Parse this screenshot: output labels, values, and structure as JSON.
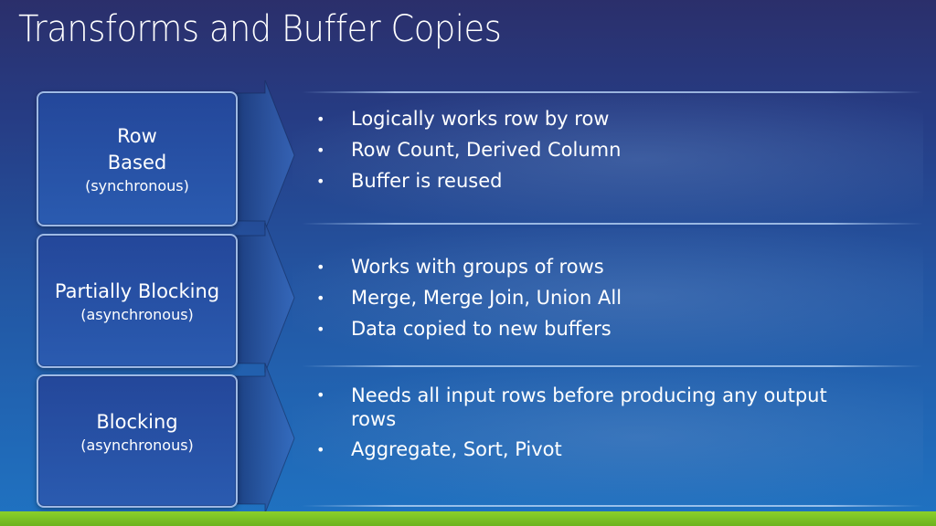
{
  "title": "Transforms and Buffer Copies",
  "rows": [
    {
      "name": "Row\nBased",
      "mode": "(synchronous)",
      "bullets": [
        "Logically works row by row",
        "Row Count, Derived Column",
        "Buffer is reused"
      ]
    },
    {
      "name": "Partially Blocking",
      "mode": "(asynchronous)",
      "bullets": [
        "Works with groups of rows",
        "Merge, Merge Join, Union All",
        "Data copied to new buffers"
      ]
    },
    {
      "name": "Blocking",
      "mode": "(asynchronous)",
      "bullets": [
        "Needs all input rows before producing any output rows",
        "Aggregate, Sort, Pivot"
      ]
    }
  ],
  "bullet_glyph": "•",
  "colors": {
    "background_top": "#2b2f6b",
    "background_bottom": "#1f73c2",
    "accent_band": "#7cc224",
    "box_border": "#b4cdf0"
  }
}
